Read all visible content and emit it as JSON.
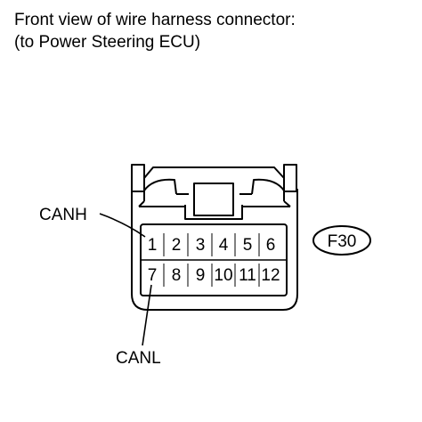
{
  "title": {
    "line1": "Front view of wire harness connector:",
    "line2": "(to Power Steering ECU)"
  },
  "connector": {
    "code": "F30",
    "pins_row1": [
      "1",
      "2",
      "3",
      "4",
      "5",
      "6"
    ],
    "pins_row2": [
      "7",
      "8",
      "9",
      "10",
      "11",
      "12"
    ]
  },
  "callouts": {
    "canh": "CANH",
    "canl": "CANL"
  }
}
